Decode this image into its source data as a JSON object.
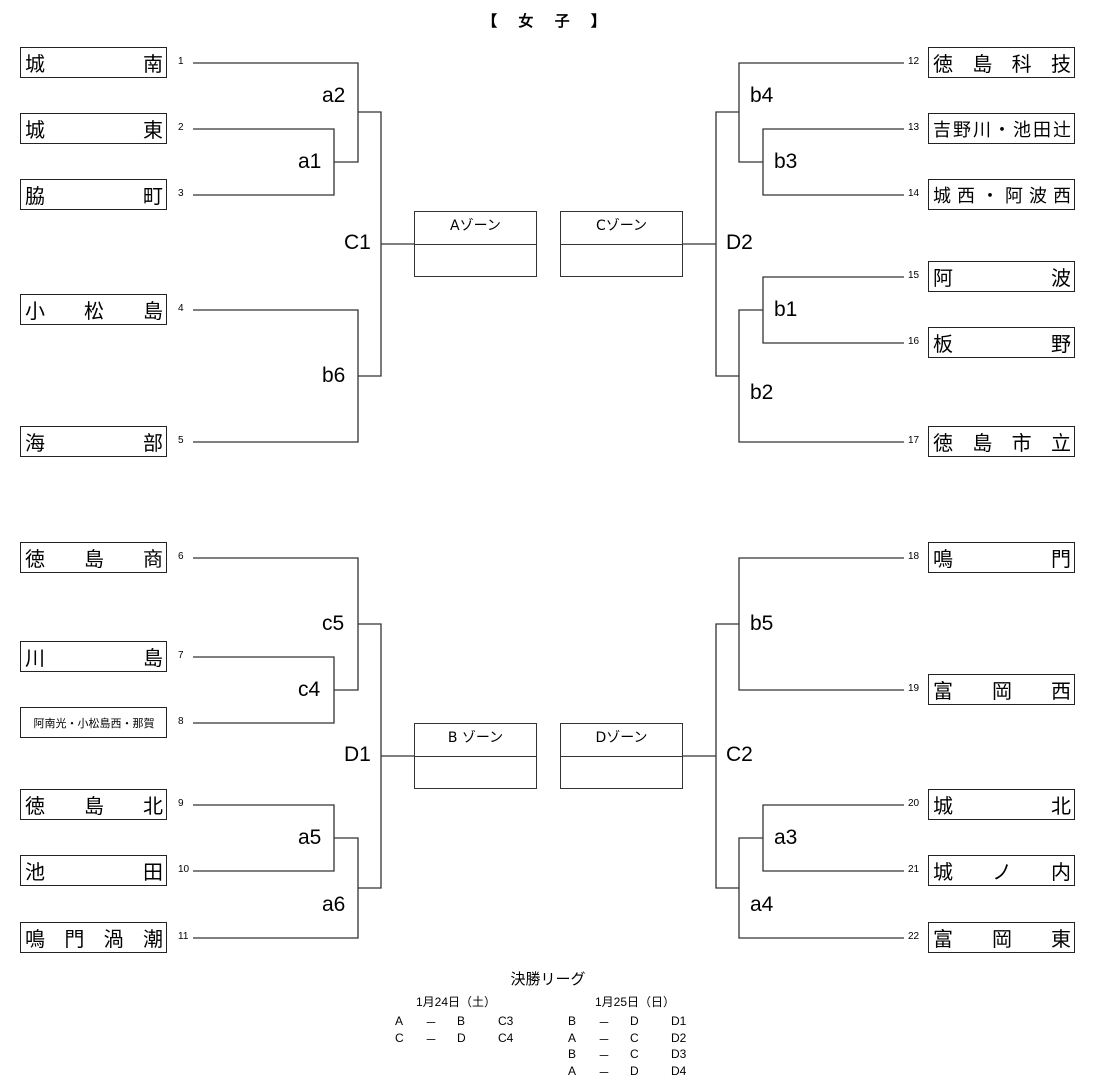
{
  "title": "【 女 子 】",
  "teams": [
    {
      "seed": "1",
      "chars": [
        "城",
        "南"
      ]
    },
    {
      "seed": "2",
      "chars": [
        "城",
        "東"
      ]
    },
    {
      "seed": "3",
      "chars": [
        "脇",
        "町"
      ]
    },
    {
      "seed": "4",
      "chars": [
        "小",
        "松",
        "島"
      ]
    },
    {
      "seed": "5",
      "chars": [
        "海",
        "部"
      ]
    },
    {
      "seed": "6",
      "chars": [
        "徳",
        "島",
        "商"
      ]
    },
    {
      "seed": "7",
      "chars": [
        "川",
        "島"
      ]
    },
    {
      "seed": "8",
      "name": "阿南光・小松島西・那賀"
    },
    {
      "seed": "9",
      "chars": [
        "徳",
        "島",
        "北"
      ]
    },
    {
      "seed": "10",
      "chars": [
        "池",
        "田"
      ]
    },
    {
      "seed": "11",
      "chars": [
        "鳴",
        "門",
        "渦",
        "潮"
      ]
    },
    {
      "seed": "12",
      "chars": [
        "徳",
        "島",
        "科",
        "技"
      ]
    },
    {
      "seed": "13",
      "chars": [
        "吉",
        "野",
        "川",
        "・",
        "池",
        "田",
        "辻"
      ]
    },
    {
      "seed": "14",
      "chars": [
        "城",
        "西",
        "・",
        "阿",
        "波",
        "西"
      ]
    },
    {
      "seed": "15",
      "chars": [
        "阿",
        "波"
      ]
    },
    {
      "seed": "16",
      "chars": [
        "板",
        "野"
      ]
    },
    {
      "seed": "17",
      "chars": [
        "徳",
        "島",
        "市",
        "立"
      ]
    },
    {
      "seed": "18",
      "chars": [
        "鳴",
        "門"
      ]
    },
    {
      "seed": "19",
      "chars": [
        "富",
        "岡",
        "西"
      ]
    },
    {
      "seed": "20",
      "chars": [
        "城",
        "北"
      ]
    },
    {
      "seed": "21",
      "chars": [
        "城",
        "ノ",
        "内"
      ]
    },
    {
      "seed": "22",
      "chars": [
        "富",
        "岡",
        "東"
      ]
    }
  ],
  "nodes": {
    "a1": "a1",
    "a2": "a2",
    "b6": "b6",
    "C1": "C1",
    "c4": "c4",
    "c5": "c5",
    "a5": "a5",
    "a6": "a6",
    "D1": "D1",
    "b3": "b3",
    "b4": "b4",
    "b1": "b1",
    "b2": "b2",
    "D2": "D2",
    "b5": "b5",
    "a3": "a3",
    "a4": "a4",
    "C2": "C2"
  },
  "zones": {
    "A": "Aゾーン",
    "C": "Cゾーン",
    "B": "B ゾーン",
    "D": "Dゾーン"
  },
  "final_league": {
    "title": "決勝リーグ",
    "day1": {
      "date": "1月24日（土）",
      "matches": [
        {
          "home": "A",
          "sep": "－",
          "away": "B",
          "code": "C3"
        },
        {
          "home": "C",
          "sep": "－",
          "away": "D",
          "code": "C4"
        }
      ]
    },
    "day2": {
      "date": "1月25日（日）",
      "matches": [
        {
          "home": "B",
          "sep": "－",
          "away": "D",
          "code": "D1"
        },
        {
          "home": "A",
          "sep": "－",
          "away": "C",
          "code": "D2"
        },
        {
          "home": "B",
          "sep": "－",
          "away": "C",
          "code": "D3"
        },
        {
          "home": "A",
          "sep": "－",
          "away": "D",
          "code": "D4"
        }
      ]
    }
  }
}
